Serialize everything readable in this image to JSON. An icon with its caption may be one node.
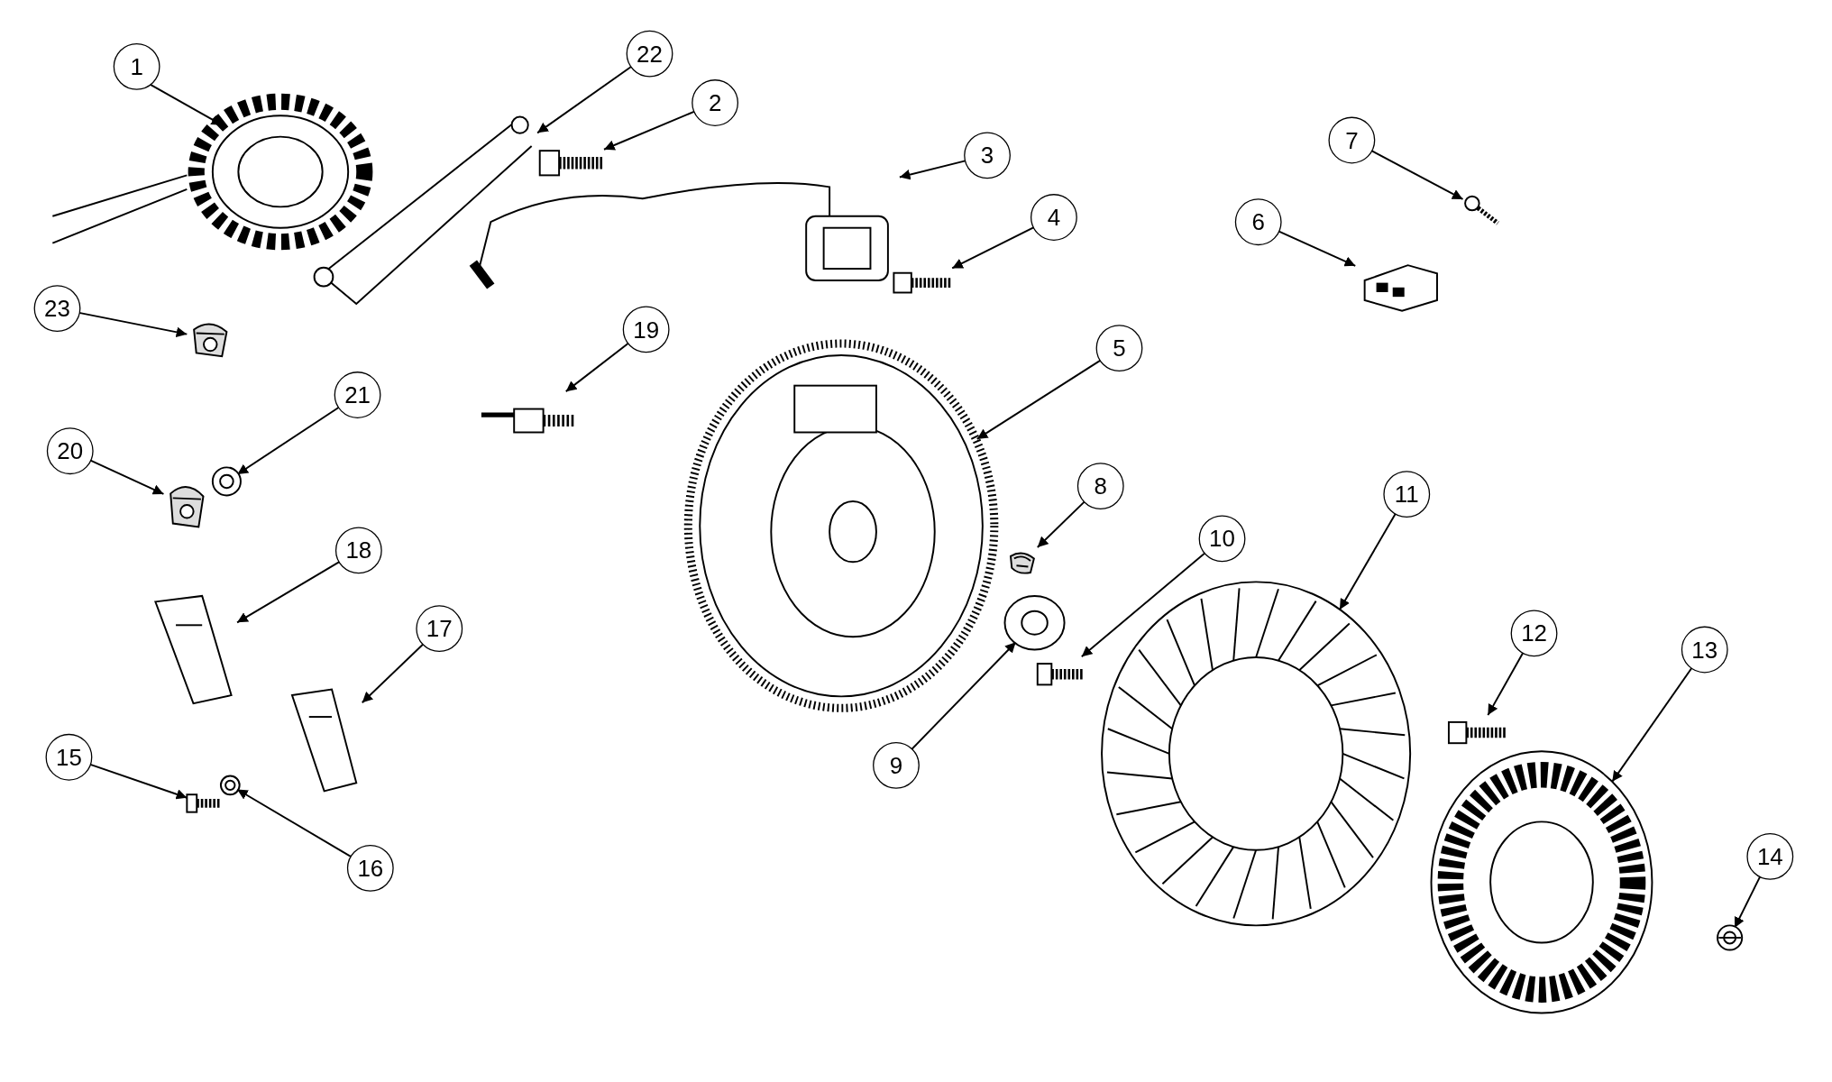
{
  "diagram": {
    "nodes": [
      {
        "text": [
          "1"
        ]
      },
      {
        "text": [
          "2"
        ]
      },
      {
        "text": [
          "3"
        ]
      },
      {
        "text": [
          "4"
        ]
      },
      {
        "text": [
          "5"
        ]
      },
      {
        "text": [
          "6"
        ]
      },
      {
        "text": [
          "7"
        ]
      },
      {
        "text": [
          "8"
        ]
      },
      {
        "text": [
          "9"
        ]
      },
      {
        "text": [
          "10"
        ]
      },
      {
        "text": [
          "11"
        ]
      },
      {
        "text": [
          "12"
        ]
      },
      {
        "text": [
          "13"
        ]
      },
      {
        "text": [
          "14"
        ]
      },
      {
        "text": [
          "15"
        ]
      },
      {
        "text": [
          "16"
        ]
      },
      {
        "text": [
          "17"
        ]
      },
      {
        "text": [
          "18"
        ]
      },
      {
        "text": [
          "19"
        ]
      },
      {
        "text": [
          "20"
        ]
      },
      {
        "text": [
          "21"
        ]
      },
      {
        "text": [
          "22"
        ]
      },
      {
        "text": [
          "23"
        ]
      },
      {
        "text": [],
        "shape": "picture"
      },
      {
        "text": [],
        "shape": "picture"
      },
      {
        "text": [],
        "shape": "picture"
      },
      {
        "text": [],
        "shape": "picture"
      },
      {
        "text": [],
        "shape": "picture"
      },
      {
        "text": [],
        "shape": "picture"
      },
      {
        "text": [],
        "shape": "picture"
      },
      {
        "text": [],
        "shape": "picture"
      },
      {
        "text": [],
        "shape": "picture"
      },
      {
        "text": [],
        "shape": "picture"
      },
      {
        "text": [],
        "shape": "picture"
      },
      {
        "text": [],
        "shape": "picture"
      },
      {
        "text": [],
        "shape": "picture"
      },
      {
        "text": [],
        "shape": "picture"
      },
      {
        "text": [],
        "shape": "picture"
      },
      {
        "text": [],
        "shape": "picture"
      },
      {
        "text": [],
        "shape": "picture"
      },
      {
        "text": [],
        "shape": "picture"
      },
      {
        "text": [],
        "shape": "picture"
      },
      {
        "text": [],
        "shape": "picture"
      },
      {
        "text": [],
        "shape": "picture"
      },
      {
        "text": [],
        "shape": "picture"
      },
      {
        "text": [],
        "shape": "picture"
      }
    ],
    "edges": [
      {
        "from": 0,
        "to": 23,
        "arrow": "to"
      },
      {
        "from": 1,
        "to": 24,
        "arrow": "to"
      },
      {
        "from": 2,
        "to": 25,
        "arrow": "to"
      },
      {
        "from": 3,
        "to": 26,
        "arrow": "to"
      },
      {
        "from": 4,
        "to": 27,
        "arrow": "to"
      },
      {
        "from": 5,
        "to": 28,
        "arrow": "to"
      },
      {
        "from": 6,
        "to": 29,
        "arrow": "to"
      },
      {
        "from": 7,
        "to": 30,
        "arrow": "to"
      },
      {
        "from": 8,
        "to": 31,
        "arrow": "to"
      },
      {
        "from": 9,
        "to": 32,
        "arrow": "to"
      },
      {
        "from": 10,
        "to": 33,
        "arrow": "to"
      },
      {
        "from": 11,
        "to": 34,
        "arrow": "to"
      },
      {
        "from": 12,
        "to": 35,
        "arrow": "to"
      },
      {
        "from": 13,
        "to": 36,
        "arrow": "to"
      },
      {
        "from": 14,
        "to": 37,
        "arrow": "to"
      },
      {
        "from": 15,
        "to": 38,
        "arrow": "to"
      },
      {
        "from": 16,
        "to": 39,
        "arrow": "to"
      },
      {
        "from": 17,
        "to": 40,
        "arrow": "to"
      },
      {
        "from": 18,
        "to": 41,
        "arrow": "to"
      },
      {
        "from": 19,
        "to": 42,
        "arrow": "to"
      },
      {
        "from": 20,
        "to": 43,
        "arrow": "to"
      },
      {
        "from": 21,
        "to": 44,
        "arrow": "to"
      },
      {
        "from": 22,
        "to": 45,
        "arrow": "to"
      }
    ]
  }
}
